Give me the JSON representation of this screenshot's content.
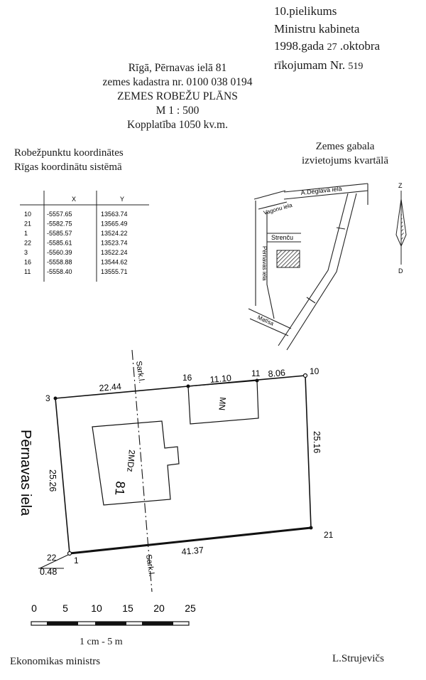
{
  "annex": {
    "line1": "10.pielikums",
    "line2": "Ministru kabineta",
    "line3_prefix": "1998.gada ",
    "line3_num": "27",
    "line3_suffix": " .oktobra",
    "line4_prefix": "rīkojumam Nr. ",
    "line4_num": "519"
  },
  "header": {
    "address": "Rīgā, Pērnavas ielā 81",
    "cadastre": "zemes kadastra nr. 0100 038 0194",
    "title": "ZEMES ROBEŽU PLĀNS",
    "scale": "M 1 : 500",
    "area": "Kopplatība 1050 kv.m."
  },
  "coord_table": {
    "title1": "Robežpunktu koordinātes",
    "title2": "Rīgas  koordinātu sistēmā",
    "col_x": "X",
    "col_y": "Y",
    "rows": [
      {
        "id": "10",
        "x": "-5557.65",
        "y": "13563.74"
      },
      {
        "id": "21",
        "x": "-5582.75",
        "y": "13565.49"
      },
      {
        "id": "1",
        "x": "-5585.57",
        "y": "13524.22"
      },
      {
        "id": "22",
        "x": "-5585.61",
        "y": "13523.74"
      },
      {
        "id": "3",
        "x": "-5560.39",
        "y": "13522.24"
      },
      {
        "id": "16",
        "x": "-5558.88",
        "y": "13544.62"
      },
      {
        "id": "11",
        "x": "-5558.40",
        "y": "13555.71"
      }
    ]
  },
  "location": {
    "title1": "Zemes gabala",
    "title2": "izvietojums kvartālā",
    "streets": {
      "a": "A.Deglava iela",
      "b": "Vagonu iela",
      "c": "Strenču",
      "d": "Pērnavas iela",
      "e": "Matīsa"
    },
    "compass_n": "Z",
    "compass_s": "D"
  },
  "plan": {
    "red_line_top": "Sark.l.",
    "red_line_bottom": "Sark.l.",
    "points": {
      "p3": "3",
      "p16": "16",
      "p11": "11",
      "p10": "10",
      "p21": "21",
      "p22": "22",
      "p1": "1"
    },
    "dims": {
      "top_a": "22.44",
      "top_b": "11.10",
      "top_c": "8.06",
      "right": "25.16",
      "left": "25.26",
      "bottom": "41.37",
      "corner": "0.48"
    },
    "shed_label": "MN",
    "house_label": "2MDz",
    "house_number": "81",
    "street_label": "Pērnavas iela"
  },
  "scale_bar": {
    "ticks": [
      "0",
      "5",
      "10",
      "15",
      "20",
      "25"
    ],
    "caption": "1 cm - 5 m"
  },
  "footer": {
    "left": "Ekonomikas ministrs",
    "right": "L.Strujevičs"
  }
}
